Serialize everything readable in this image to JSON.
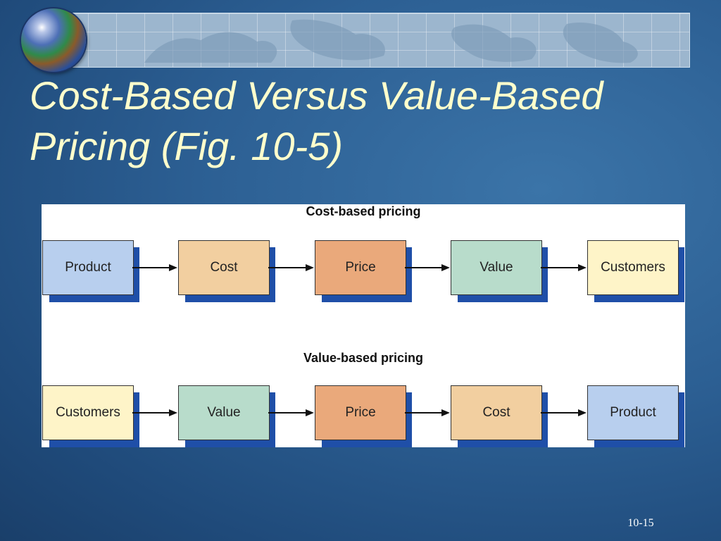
{
  "slide": {
    "title_line1": "Cost-Based Versus Value-Based",
    "title_line2": "Pricing (Fig. 10-5)",
    "page_number": "10-15"
  },
  "diagram": {
    "cost_based": {
      "heading": "Cost-based pricing",
      "steps": [
        "Product",
        "Cost",
        "Price",
        "Value",
        "Customers"
      ]
    },
    "value_based": {
      "heading": "Value-based pricing",
      "steps": [
        "Customers",
        "Value",
        "Price",
        "Cost",
        "Product"
      ]
    }
  },
  "colors": {
    "Product": "#b8cfee",
    "Cost": "#f2cfa0",
    "Price": "#eaa97b",
    "Value": "#b8dccb",
    "Customers": "#fef4c8",
    "shadow": "#1f4fa8",
    "title": "#ffffcc"
  }
}
